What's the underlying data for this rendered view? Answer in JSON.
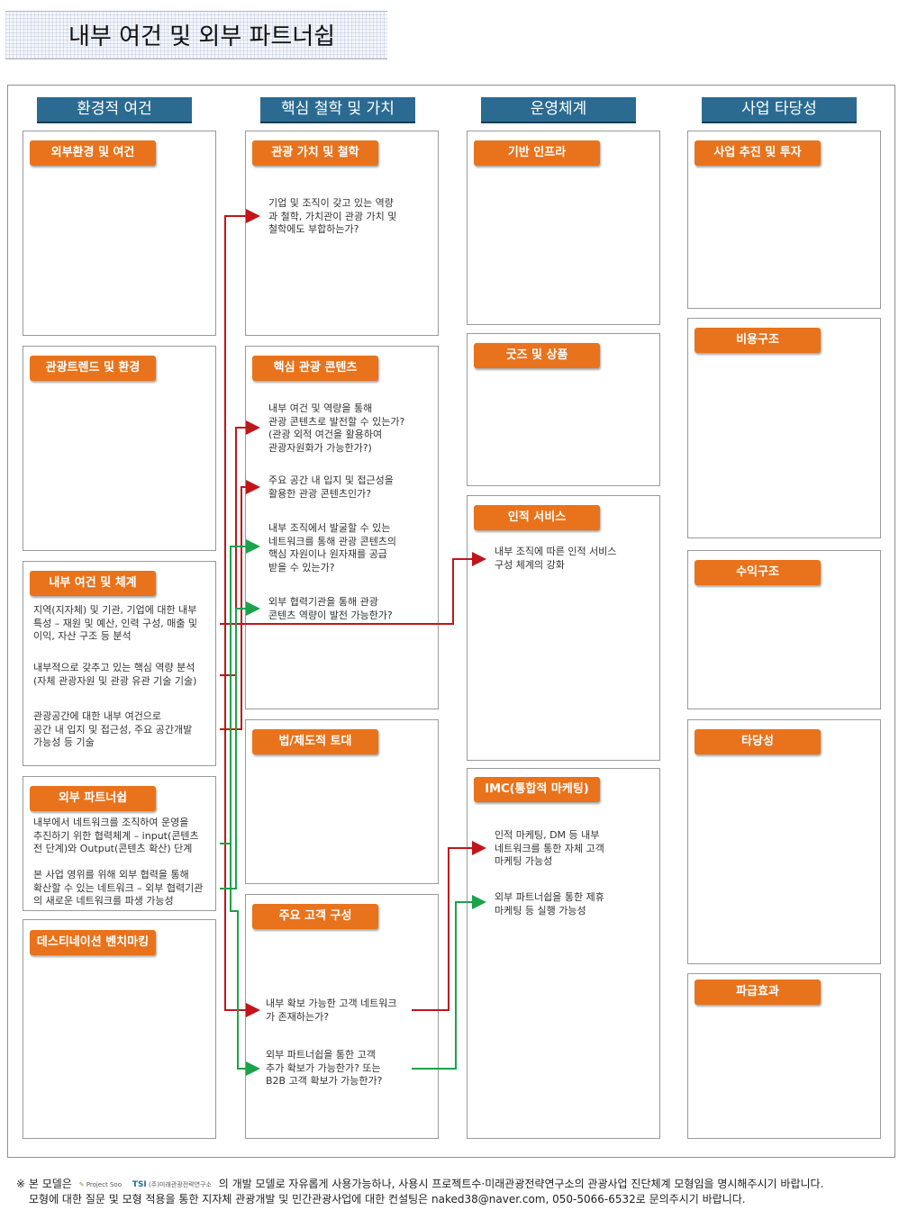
{
  "title": "내부 여건 및 외부 파트너쉽",
  "columns": [
    "환경적 여건",
    "핵심 철학 및 가치",
    "운영체계",
    "사업 타당성"
  ],
  "col1": {
    "tag1": "외부환경 및 여건",
    "tag2": "관광트렌드 및 환경",
    "tag3": "내부 여건 및 체계",
    "tag3_text1": "지역(지자체) 및 기관, 기업에 대한 내부\n특성 – 재원 및 예산, 인력 구성, 매출 및\n이익, 자산 구조 등 분석",
    "tag3_text2": "내부적으로 갖추고 있는 핵심 역량 분석\n(자체 관광자원 및 관광 유관 기술 기술)",
    "tag3_text3": "관광공간에 대한 내부 여건으로\n공간 내 입지 및 접근성, 주요 공간개발\n가능성 등 기술",
    "tag4": "외부 파트너쉽",
    "tag4_text1": "내부에서 네트워크를 조직하여 운영을\n추진하기 위한 협력체계 – input(콘텐츠\n전 단계)와 Output(콘텐츠 확산) 단계",
    "tag4_text2": "본 사업 영위를 위해 외부 협력을 통해\n확산할 수 있는 네트워크 – 외부 협력기관\n의 새로운 네트워크를 파생 가능성",
    "tag5": "데스티네이션 벤치마킹"
  },
  "col2": {
    "tag1": "관광 가치 및 철학",
    "tag1_text": "기업 및 조직이 갖고 있는 역량\n과 철학, 가치관이 관광 가치 및\n철학에도 부합하는가?",
    "tag2": "핵심 관광 콘텐츠",
    "tag2_text1": "내부 여건 및 역량을 통해\n관광 콘텐츠로 발전할 수 있는가?\n(관광 외적 여건을 활용하여\n관광자원화가 가능한가?)",
    "tag2_text2": "주요 공간 내 입지 및 접근성을\n활용한 관광 콘텐츠인가?",
    "tag2_text3": "내부 조직에서 발굴할 수 있는\n네트워크를 통해 관광 콘텐츠의\n핵심 자원이나 원자재를 공급\n받을 수 있는가?",
    "tag2_text4": "외부 협력기관을 통해 관광\n콘텐츠 역량이 발전 가능한가?",
    "tag3": "법/제도적 토대",
    "tag4": "주요 고객 구성",
    "tag4_text1": "내부 확보 가능한 고객 네트워크\n가 존재하는가?",
    "tag4_text2": "외부 파트너쉽을 통한 고객\n추가 확보가 가능한가? 또는\nB2B 고객 확보가 가능한가?"
  },
  "col3": {
    "tag1": "기반 인프라",
    "tag2": "굿즈 및 상품",
    "tag3": "인적 서비스",
    "tag3_text": "내부 조직에 따른 인적 서비스\n구성 체계의 강화",
    "tag4": "IMC(통합적 마케팅)",
    "tag4_text1": "인적 마케팅, DM 등 내부\n네트워크를 통한 자체 고객\n마케팅 가능성",
    "tag4_text2": "외부 파트너쉽을 통한 제휴\n마케팅 등 실행 가능성"
  },
  "col4": {
    "tag1": "사업 추진 및 투자",
    "tag2": "비용구조",
    "tag3": "수익구조",
    "tag4": "타당성",
    "tag5": "파급효과"
  },
  "footer": {
    "prefix": "※ 본  모델은",
    "logo1": "Project Soo",
    "logo2": "TSI",
    "logo2_sub": "(주)미래관광전략연구소",
    "line1": "의 개발 모델로 자유롭게 사용가능하나, 사용시 프로젝트수·미래관광전략연구소의 관광사업 진단체계 모형임을 명시해주시기 바랍니다.",
    "line2": "모형에 대한 질문 및 모형 적용을 통한 지자체 관광개발 및 민간관광사업에 대한 컨설팅은 naked38@naver.com, 050-5066-6532로 문의주시기 바랍니다."
  },
  "colors": {
    "header": "#2b6b92",
    "tag": "#e8731c",
    "internal_arrow": "#c0161a",
    "external_arrow": "#1aa34a"
  }
}
